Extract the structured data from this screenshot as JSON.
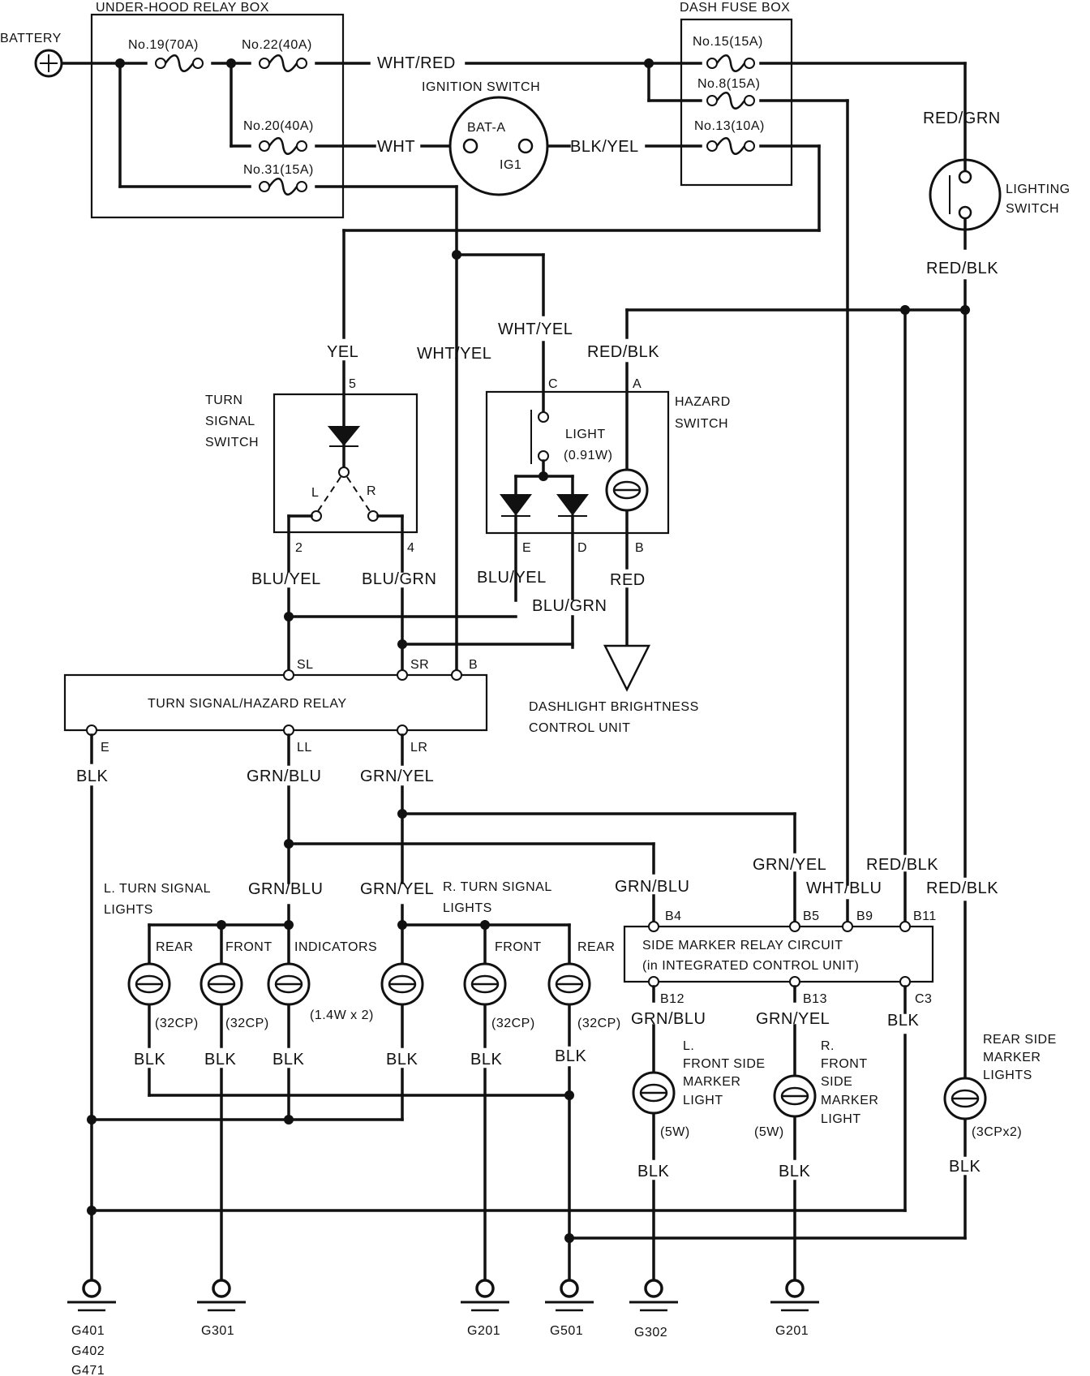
{
  "boxes": {
    "under_hood": "UNDER-HOOD RELAY BOX",
    "dash_fuse": "DASH FUSE BOX",
    "ignition": "IGNITION SWITCH",
    "turn_switch": [
      "TURN",
      "SIGNAL",
      "SWITCH"
    ],
    "hazard": [
      "HAZARD",
      "SWITCH"
    ],
    "relay": "TURN SIGNAL/HAZARD RELAY",
    "side_marker": [
      "SIDE MARKER RELAY CIRCUIT",
      "(in INTEGRATED CONTROL UNIT)"
    ],
    "lighting_switch": [
      "LIGHTING",
      "SWITCH"
    ],
    "dashlight": [
      "DASHLIGHT BRIGHTNESS",
      "CONTROL UNIT"
    ]
  },
  "battery": "BATTERY",
  "fuses": {
    "f19": "No.19(70A)",
    "f22": "No.22(40A)",
    "f20": "No.20(40A)",
    "f31": "No.31(15A)",
    "f15": "No.15(15A)",
    "f8": "No.8(15A)",
    "f13": "No.13(10A)"
  },
  "ignition_terms": {
    "bat": "BAT-A",
    "ig1": "IG1"
  },
  "wires": {
    "wht_red": "WHT/RED",
    "wht": "WHT",
    "blk_yel": "BLK/YEL",
    "red_grn": "RED/GRN",
    "red_blk": "RED/BLK",
    "yel": "YEL",
    "wht_yel": "WHT/YEL",
    "blu_yel": "BLU/YEL",
    "blu_grn": "BLU/GRN",
    "red": "RED",
    "blk": "BLK",
    "grn_blu": "GRN/BLU",
    "grn_yel": "GRN/YEL",
    "wht_blu": "WHT/BLU"
  },
  "terminals": {
    "t5": "5",
    "tl": "L",
    "tr": "R",
    "t2": "2",
    "t4": "4",
    "c": "C",
    "a": "A",
    "e": "E",
    "d": "D",
    "b": "B",
    "sl": "SL",
    "sr": "SR",
    "relay_b": "B",
    "relay_e": "E",
    "ll": "LL",
    "lr": "LR",
    "b4": "B4",
    "b5": "B5",
    "b9": "B9",
    "b11": "B11",
    "b12": "B12",
    "b13": "B13",
    "c3": "C3"
  },
  "hazard_light": [
    "LIGHT",
    "(0.91W)"
  ],
  "lights": {
    "l_turn": [
      "L. TURN SIGNAL",
      "LIGHTS"
    ],
    "r_turn": [
      "R. TURN SIGNAL",
      "LIGHTS"
    ],
    "rear": "REAR",
    "front": "FRONT",
    "indicators": "INDICATORS",
    "cp32": "(32CP)",
    "w14x2": "(1.4W x 2)",
    "l_front_side": [
      "L.",
      "FRONT SIDE",
      "MARKER",
      "LIGHT"
    ],
    "r_front_side": [
      "R.",
      "FRONT",
      "SIDE",
      "MARKER",
      "LIGHT"
    ],
    "w5": "(5W)",
    "rear_side": [
      "REAR SIDE",
      "MARKER",
      "LIGHTS"
    ],
    "cp3x2": "(3CPx2)"
  },
  "grounds": {
    "g1": [
      "G401",
      "G402",
      "G471"
    ],
    "g2": "G301",
    "g3": "G201",
    "g4": "G501",
    "g5": "G302",
    "g6": "G201"
  }
}
